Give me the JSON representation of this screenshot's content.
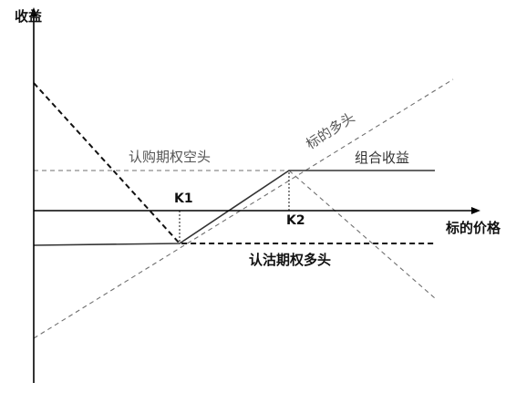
{
  "chart_data": {
    "type": "line",
    "title": "",
    "xlabel": "标的价格",
    "ylabel": "收益",
    "xlim": [
      0,
      11.5
    ],
    "ylim": [
      -4.8,
      5.0
    ],
    "grid": false,
    "legend": "none",
    "points": {
      "K1": 4,
      "K2": 7
    },
    "series": [
      {
        "name": "标的多头",
        "style": "dashed",
        "color": "#6f6f6f",
        "x": [
          0,
          11.5
        ],
        "y": [
          -3.5,
          3.6
        ]
      },
      {
        "name": "认购期权空头",
        "style": "dashed",
        "color": "#6f6f6f",
        "x": [
          0,
          7,
          11
        ],
        "y": [
          1.1,
          1.1,
          1.1
        ]
      },
      {
        "name": "认沽期权多头",
        "style": "dashed-bold",
        "color": "#111111",
        "x": [
          0,
          4,
          11
        ],
        "y": [
          3.5,
          -0.9,
          -0.9
        ]
      },
      {
        "name": "",
        "style": "dashed",
        "color": "#6f6f6f",
        "x": [
          7,
          11
        ],
        "y": [
          1.1,
          -2.4
        ]
      },
      {
        "name": "组合收益",
        "style": "solid",
        "color": "#333333",
        "x": [
          0,
          4,
          7,
          11
        ],
        "y": [
          -0.95,
          -0.9,
          1.1,
          1.1
        ]
      }
    ],
    "annotations": [
      {
        "text": "认购期权空头",
        "series": "认购期权空头"
      },
      {
        "text": "标的多头",
        "series": "标的多头"
      },
      {
        "text": "组合收益",
        "series": "组合收益"
      },
      {
        "text": "认沽期权多头",
        "series": "认沽期权多头"
      },
      {
        "text": "K1",
        "point": "K1"
      },
      {
        "text": "K2",
        "point": "K2"
      }
    ],
    "colors": {
      "axis": "#000000",
      "label": "#444444",
      "dark_label": "#111111"
    }
  }
}
